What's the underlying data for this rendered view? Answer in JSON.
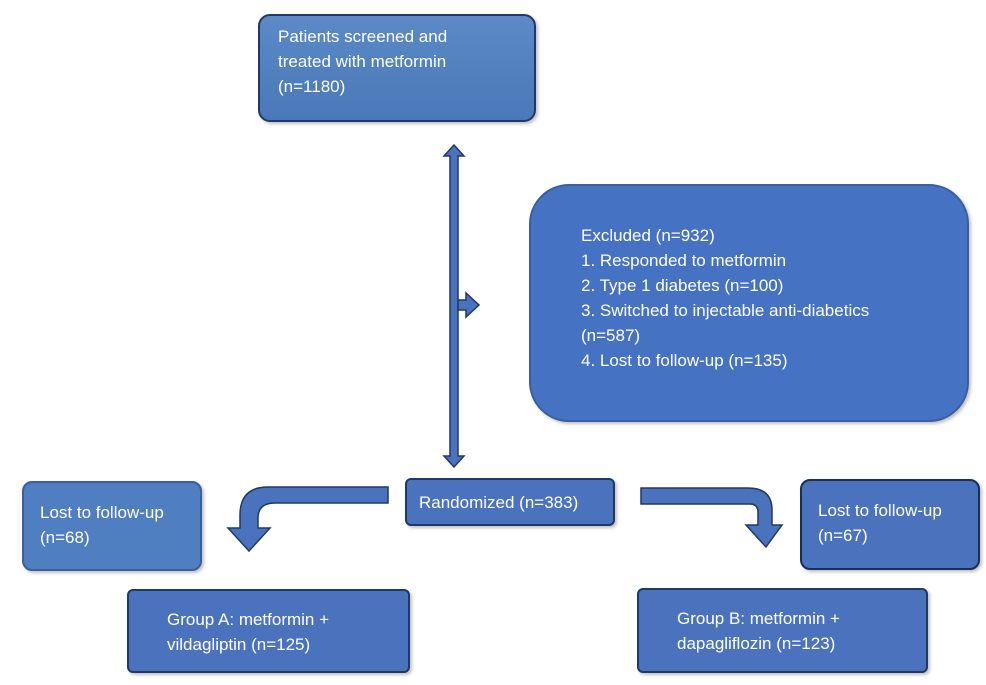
{
  "boxes": {
    "screened": {
      "line1": "Patients screened and",
      "line2": "treated with metformin",
      "line3": "(n=1180)"
    },
    "excluded": {
      "title": "Excluded (n=932)",
      "item1": "1. Responded to metformin",
      "item2": "2. Type 1 diabetes (n=100)",
      "item3a": "3. Switched to injectable anti-diabetics",
      "item3b": "(n=587)",
      "item4": "4. Lost to follow-up (n=135)"
    },
    "randomized": {
      "label": "Randomized (n=383)"
    },
    "lost_a": {
      "line1": "Lost to follow-up",
      "line2": "(n=68)"
    },
    "lost_b": {
      "line1": "Lost to follow-up",
      "line2": "(n=67)"
    },
    "group_a": {
      "line1": "Group A: metformin +",
      "line2": "vildagliptin (n=125)"
    },
    "group_b": {
      "line1": "Group B: metformin +",
      "line2": "dapagliflozin (n=123)"
    }
  },
  "colors": {
    "box_fill": "#4a72bd",
    "box_border": "#1f3a63",
    "arrow_fill": "#4a72bd",
    "text": "#ffffff"
  }
}
